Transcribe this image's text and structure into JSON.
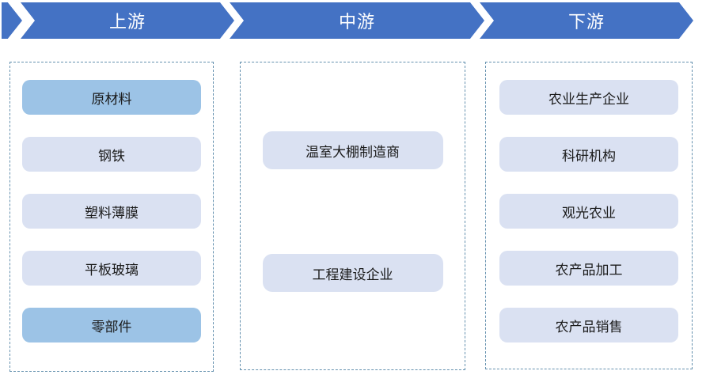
{
  "header": {
    "stages": [
      {
        "label": "上游"
      },
      {
        "label": "中游"
      },
      {
        "label": "下游"
      }
    ]
  },
  "columns": [
    {
      "stage": "上游",
      "items": [
        {
          "label": "原材料",
          "emphasis": true
        },
        {
          "label": "钢铁",
          "emphasis": false
        },
        {
          "label": "塑料薄膜",
          "emphasis": false
        },
        {
          "label": "平板玻璃",
          "emphasis": false
        },
        {
          "label": "零部件",
          "emphasis": true
        }
      ]
    },
    {
      "stage": "中游",
      "items": [
        {
          "label": "温室大棚制造商",
          "emphasis": false
        },
        {
          "label": "工程建设企业",
          "emphasis": false
        }
      ]
    },
    {
      "stage": "下游",
      "items": [
        {
          "label": "农业生产企业",
          "emphasis": false
        },
        {
          "label": "科研机构",
          "emphasis": false
        },
        {
          "label": "观光农业",
          "emphasis": false
        },
        {
          "label": "农产品加工",
          "emphasis": false
        },
        {
          "label": "农产品销售",
          "emphasis": false
        }
      ]
    }
  ],
  "colors": {
    "banner_fill": "#4472C4",
    "banner_text": "#FFFFFF",
    "item_light_fill": "#DAE1F2",
    "item_dark_fill": "#9CC3E6",
    "item_text": "#1A1A1A",
    "column_border": "#6591AF",
    "background": "#FFFFFF"
  }
}
